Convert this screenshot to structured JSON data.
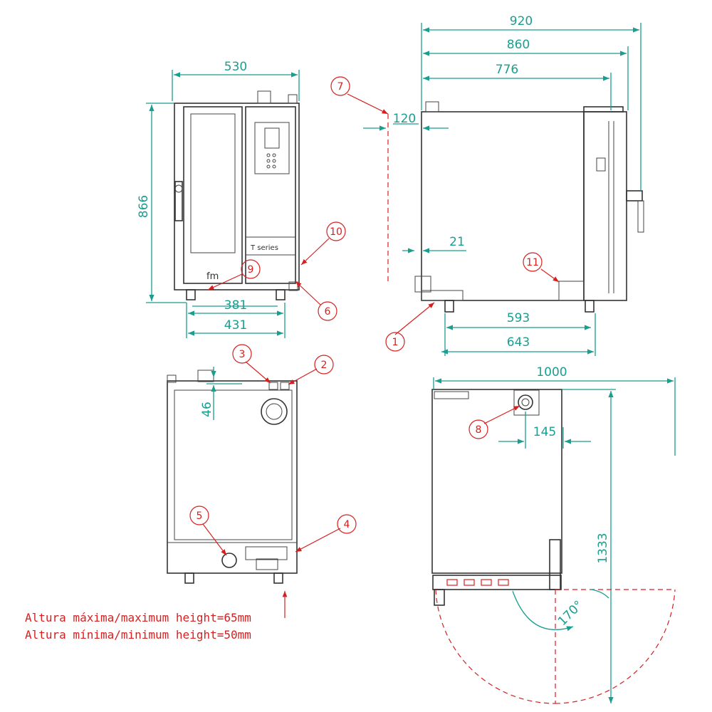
{
  "dimensions": {
    "front_width": "530",
    "front_height": "866",
    "front_feet_inner": "381",
    "front_feet_outer": "431",
    "side_total_depth": "920",
    "side_depth_handle": "860",
    "side_depth_body": "776",
    "side_clearance_top": "120",
    "side_clearance_bottom": "21",
    "side_feet_inner": "593",
    "side_feet_outer": "643",
    "rear_offset": "46",
    "top_total": "1000",
    "top_exhaust_offset": "145",
    "top_door_swing": "1333",
    "door_angle": "170°"
  },
  "callouts": [
    "1",
    "2",
    "3",
    "4",
    "5",
    "6",
    "7",
    "8",
    "9",
    "10",
    "11"
  ],
  "notes": {
    "max_height": "Altura máxima/maximum height=65mm",
    "min_height": "Altura mínima/minimum height=50mm"
  },
  "labels": {
    "brand": "fm",
    "series": "T series"
  },
  "colors": {
    "dimension": "#1a9e8f",
    "callout": "#d62020",
    "outline": "#333333"
  }
}
